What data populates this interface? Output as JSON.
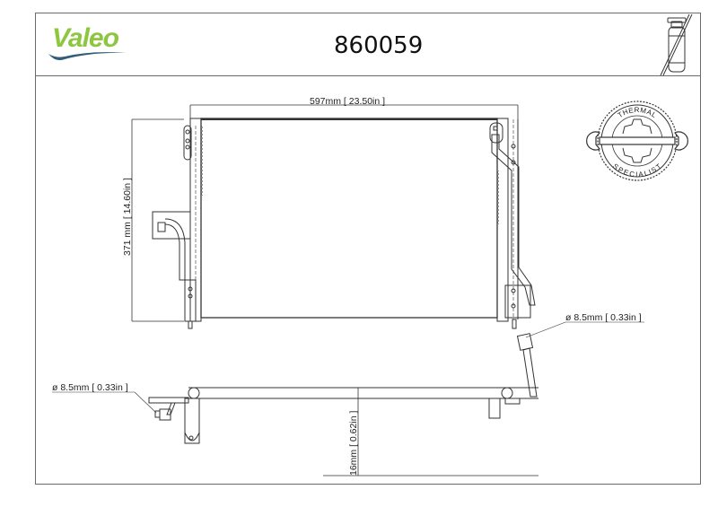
{
  "header": {
    "brand": "Valeo",
    "brand_color": "#8dc63f",
    "brand_swoosh_color": "#2f5e7a",
    "part_number": "860059",
    "icons": [
      "refrigerant-bottle-crossed-icon"
    ]
  },
  "badge": {
    "top_text": "THERMAL",
    "bottom_text": "SPECIALIST",
    "icon": "wrench-gear-seal-icon"
  },
  "dimensions": {
    "width": "597mm [ 23.50in ]",
    "height": "371 mm  [ 14.60in ]",
    "depth": "16mm [ 0.62in ]",
    "inlet_pipe": "ø 8.5mm [ 0.33in ]",
    "outlet_pipe": "ø 8.5mm [ 0.33in ]"
  },
  "drawing": {
    "subject": "AC condenser front view and top view",
    "line_color": "#333333",
    "frame_color": "#6b6b6b"
  }
}
